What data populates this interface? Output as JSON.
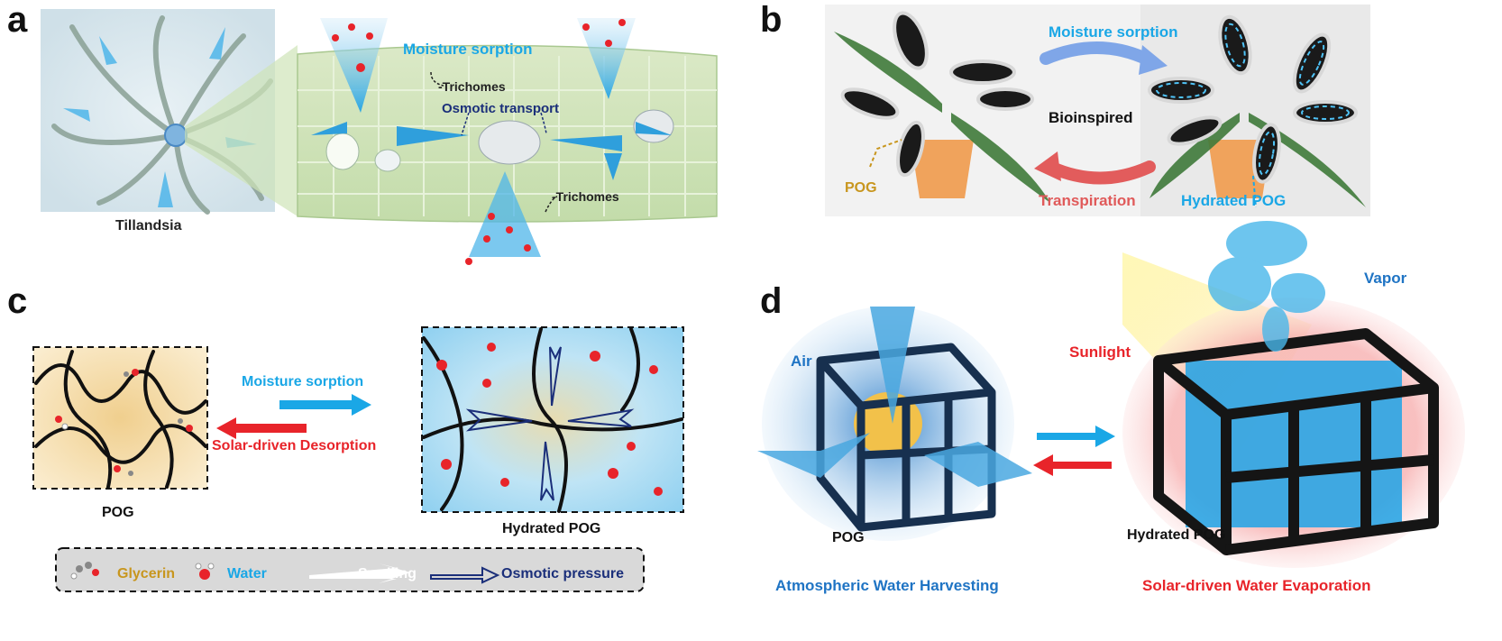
{
  "panels": {
    "a": {
      "letter": "a",
      "plant_label": "Tillandsia",
      "moisture_sorption": "Moisture sorption",
      "trichomes_top": "-Trichomes",
      "osmotic_transport": "Osmotic transport",
      "trichomes_bottom": "-Trichomes"
    },
    "b": {
      "letter": "b",
      "moisture_sorption": "Moisture sorption",
      "bioinspired": "Bioinspired",
      "pog": "POG",
      "transpiration": "Transpiration",
      "hydrated_pog": "Hydrated POG"
    },
    "c": {
      "letter": "c",
      "moisture_sorption": "Moisture sorption",
      "solar_desorption": "Solar-driven Desorption",
      "pog": "POG",
      "hydrated_pog": "Hydrated POG",
      "legend": {
        "glycerin": "Glycerin",
        "water": "Water",
        "swelling": "Swelling",
        "osmotic_pressure": "Osmotic pressure"
      }
    },
    "d": {
      "letter": "d",
      "air": "Air",
      "vapor": "Vapor",
      "sunlight": "Sunlight",
      "pog": "POG",
      "hydrated_pog": "Hydrated POG",
      "atmospheric": "Atmospheric Water Harvesting",
      "solar_evaporation": "Solar-driven Water Evaporation"
    }
  },
  "colors": {
    "cyan_label": "#1aa7e6",
    "navy_label": "#1b2f7a",
    "red_label": "#e8242a",
    "gold_label": "#c8961e",
    "blue_label": "#1f74c4",
    "leaf_green": "#cfe4b8",
    "legend_bg": "#d9d9d9"
  }
}
